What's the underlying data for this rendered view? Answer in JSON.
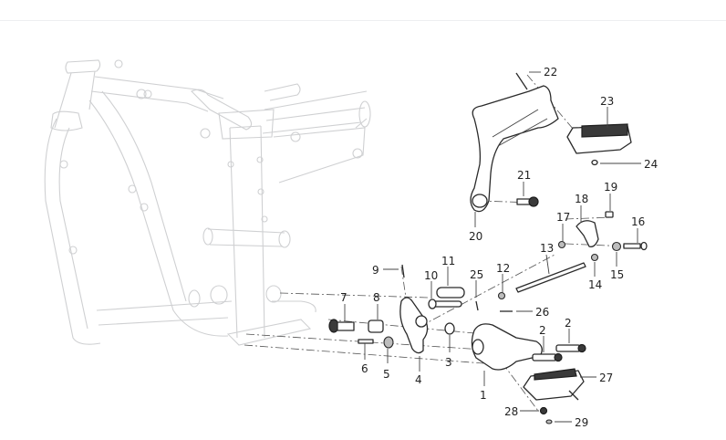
{
  "diagram": {
    "title": "Footrest assembly exploded view",
    "colors": {
      "frame_ghost": "#cfd0d2",
      "part_stroke": "#2a2a2a",
      "callout_text": "#222222",
      "top_bar_border": "#eeeff1"
    },
    "callouts": [
      {
        "id": "c1",
        "label": "1"
      },
      {
        "id": "c2a",
        "label": "2"
      },
      {
        "id": "c2b",
        "label": "2"
      },
      {
        "id": "c3",
        "label": "3"
      },
      {
        "id": "c4",
        "label": "4"
      },
      {
        "id": "c5",
        "label": "5"
      },
      {
        "id": "c6",
        "label": "6"
      },
      {
        "id": "c7",
        "label": "7"
      },
      {
        "id": "c8",
        "label": "8"
      },
      {
        "id": "c9",
        "label": "9"
      },
      {
        "id": "c10",
        "label": "10"
      },
      {
        "id": "c11",
        "label": "11"
      },
      {
        "id": "c12",
        "label": "12"
      },
      {
        "id": "c13",
        "label": "13"
      },
      {
        "id": "c14",
        "label": "14"
      },
      {
        "id": "c15",
        "label": "15"
      },
      {
        "id": "c16",
        "label": "16"
      },
      {
        "id": "c17",
        "label": "17"
      },
      {
        "id": "c18",
        "label": "18"
      },
      {
        "id": "c19",
        "label": "19"
      },
      {
        "id": "c20",
        "label": "20"
      },
      {
        "id": "c21",
        "label": "21"
      },
      {
        "id": "c22",
        "label": "22"
      },
      {
        "id": "c23",
        "label": "23"
      },
      {
        "id": "c24",
        "label": "24"
      },
      {
        "id": "c25",
        "label": "25"
      },
      {
        "id": "c26",
        "label": "26"
      },
      {
        "id": "c27",
        "label": "27"
      },
      {
        "id": "c28",
        "label": "28"
      },
      {
        "id": "c29",
        "label": "29"
      }
    ]
  }
}
